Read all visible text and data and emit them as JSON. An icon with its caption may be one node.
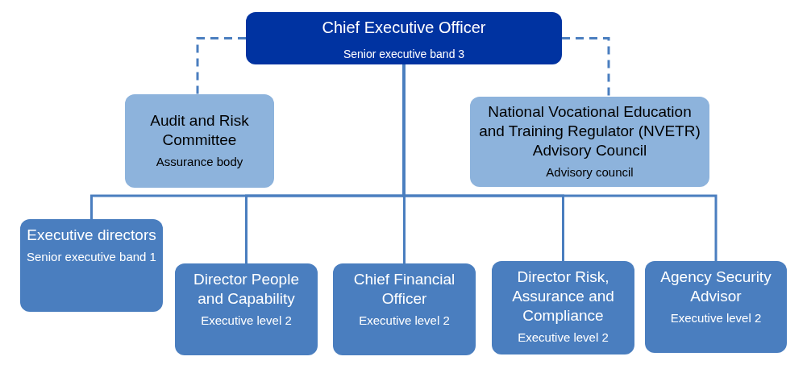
{
  "diagram": {
    "nodes": [
      {
        "text": [
          "Chief Executive Officer",
          "Senior executive band 3"
        ]
      },
      {
        "text": [
          "Audit and Risk Committee",
          "Assurance body"
        ]
      },
      {
        "text": [
          "National Vocational Education and Training Regulator (NVETR) Advisory Council",
          "Advisory council"
        ]
      },
      {
        "text": [
          "Executive directors",
          "Senior executive band 1"
        ]
      },
      {
        "text": [
          "Director People and Capability",
          "Executive level 2"
        ]
      },
      {
        "text": [
          "Chief Financial Officer",
          "Executive level 2"
        ]
      },
      {
        "text": [
          "Director Risk, Assurance and Compliance",
          "Executive level 2"
        ]
      },
      {
        "text": [
          "Agency Security Advisor",
          "Executive level 2"
        ]
      }
    ],
    "edges": [
      {
        "from": 0,
        "to": 1,
        "arrow": "none",
        "style": "dashed"
      },
      {
        "from": 0,
        "to": 2,
        "arrow": "none",
        "style": "dashed"
      },
      {
        "from": 0,
        "to": 3,
        "arrow": "none"
      },
      {
        "from": 0,
        "to": 4,
        "arrow": "none"
      },
      {
        "from": 0,
        "to": 5,
        "arrow": "none"
      },
      {
        "from": 0,
        "to": 6,
        "arrow": "none"
      },
      {
        "from": 0,
        "to": 7,
        "arrow": "none"
      }
    ]
  }
}
